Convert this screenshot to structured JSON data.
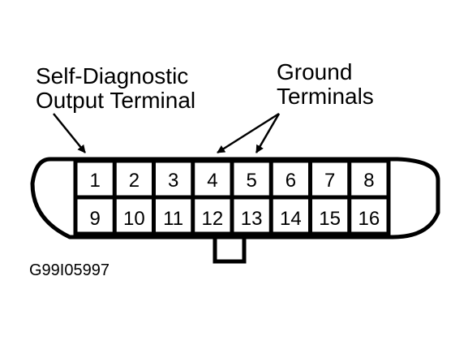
{
  "callouts": {
    "self_diagnostic": [
      "Self-Diagnostic",
      "Output Terminal"
    ],
    "ground": [
      "Ground",
      "Terminals"
    ]
  },
  "connector": {
    "row1": [
      "1",
      "2",
      "3",
      "4",
      "5",
      "6",
      "7",
      "8"
    ],
    "row2": [
      "9",
      "10",
      "11",
      "12",
      "13",
      "14",
      "15",
      "16"
    ]
  },
  "figure_code": "G99I05997",
  "colors": {
    "stroke": "#000000",
    "background": "#ffffff"
  }
}
